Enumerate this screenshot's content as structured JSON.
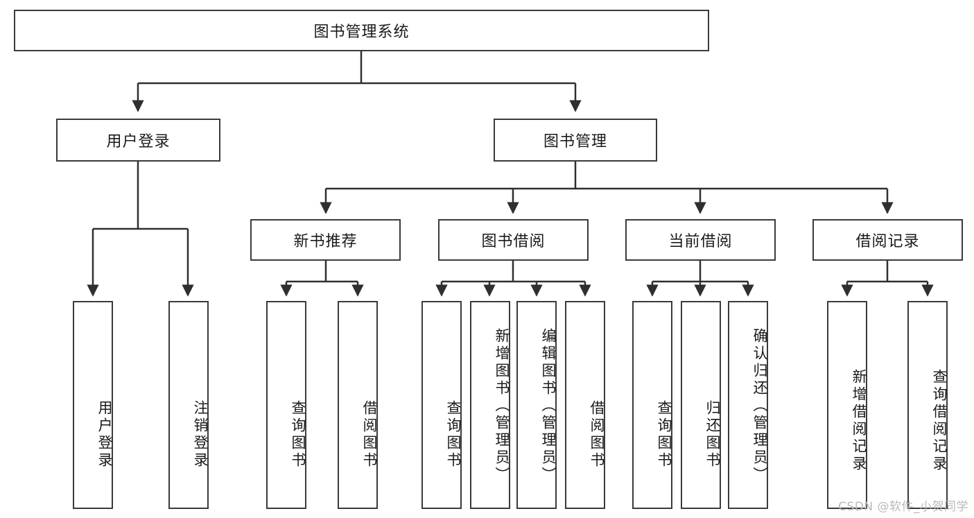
{
  "diagram": {
    "type": "tree",
    "title": "图书管理系统",
    "root": {
      "id": "root",
      "label": "图书管理系统"
    },
    "level2": [
      {
        "id": "user-login",
        "label": "用户登录"
      },
      {
        "id": "book-management",
        "label": "图书管理"
      }
    ],
    "level3": [
      {
        "id": "new-book-recommend",
        "label": "新书推荐",
        "parent": "book-management"
      },
      {
        "id": "book-borrow",
        "label": "图书借阅",
        "parent": "book-management"
      },
      {
        "id": "current-borrow",
        "label": "当前借阅",
        "parent": "book-management"
      },
      {
        "id": "borrow-record",
        "label": "借阅记录",
        "parent": "book-management"
      }
    ],
    "leaves": [
      {
        "id": "leaf-user-login",
        "label": "用户登录",
        "parent": "user-login"
      },
      {
        "id": "leaf-logout-login",
        "label": "注销登录",
        "parent": "user-login"
      },
      {
        "id": "leaf-query-book-1",
        "label": "查询图书",
        "parent": "new-book-recommend"
      },
      {
        "id": "leaf-borrow-book-1",
        "label": "借阅图书",
        "parent": "new-book-recommend"
      },
      {
        "id": "leaf-query-book-2",
        "label": "查询图书",
        "parent": "book-borrow"
      },
      {
        "id": "leaf-add-book",
        "label": "新增图书（管理员）",
        "parent": "book-borrow"
      },
      {
        "id": "leaf-edit-book",
        "label": "编辑图书（管理员）",
        "parent": "book-borrow"
      },
      {
        "id": "leaf-borrow-book-2",
        "label": "借阅图书",
        "parent": "book-borrow"
      },
      {
        "id": "leaf-query-book-3",
        "label": "查询图书",
        "parent": "current-borrow"
      },
      {
        "id": "leaf-return-book",
        "label": "归还图书",
        "parent": "current-borrow"
      },
      {
        "id": "leaf-confirm-return",
        "label": "确认归还（管理员）",
        "parent": "current-borrow"
      },
      {
        "id": "leaf-add-record",
        "label": "新增借阅记录",
        "parent": "borrow-record"
      },
      {
        "id": "leaf-query-record",
        "label": "查询借阅记录",
        "parent": "borrow-record"
      }
    ],
    "colors": {
      "box_stroke": "#3a3a3a",
      "box_fill": "#ffffff",
      "edge": "#2f2f2f",
      "text": "#1a1a1a",
      "watermark": "#b9b9b9"
    }
  },
  "watermark": {
    "text": "CSDN @软件_小贺同学"
  }
}
